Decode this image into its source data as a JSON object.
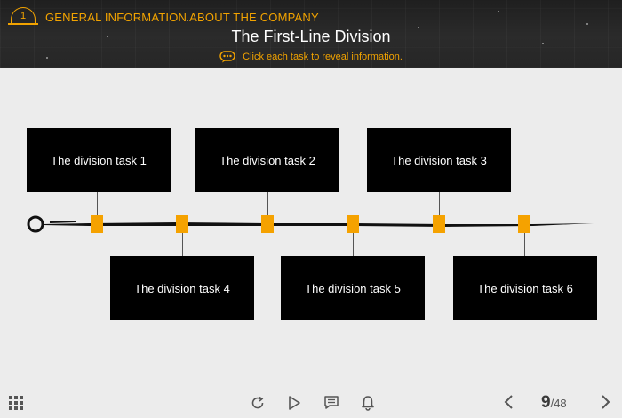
{
  "header": {
    "chapter_number": "1",
    "chapter_title": "GENERAL INFORMATION ABOUT THE COMPANY",
    "slide_title": "The First-Line Division",
    "instruction": "Click each task to reveal information."
  },
  "tasks": [
    {
      "label": "The division task 1"
    },
    {
      "label": "The division task 2"
    },
    {
      "label": "The division task 3"
    },
    {
      "label": "The division task 4"
    },
    {
      "label": "The division task 5"
    },
    {
      "label": "The division task 6"
    }
  ],
  "navigation": {
    "current_page": "9",
    "separator": "/",
    "total_pages": "48"
  },
  "colors": {
    "accent": "#f5a200",
    "task_bg": "#000000",
    "header_bg": "#262626"
  },
  "icons": [
    "bell-icon",
    "chat-icon",
    "menu-grid-icon",
    "replay-icon",
    "play-icon",
    "notes-icon",
    "notification-icon",
    "chevron-left-icon",
    "chevron-right-icon"
  ]
}
